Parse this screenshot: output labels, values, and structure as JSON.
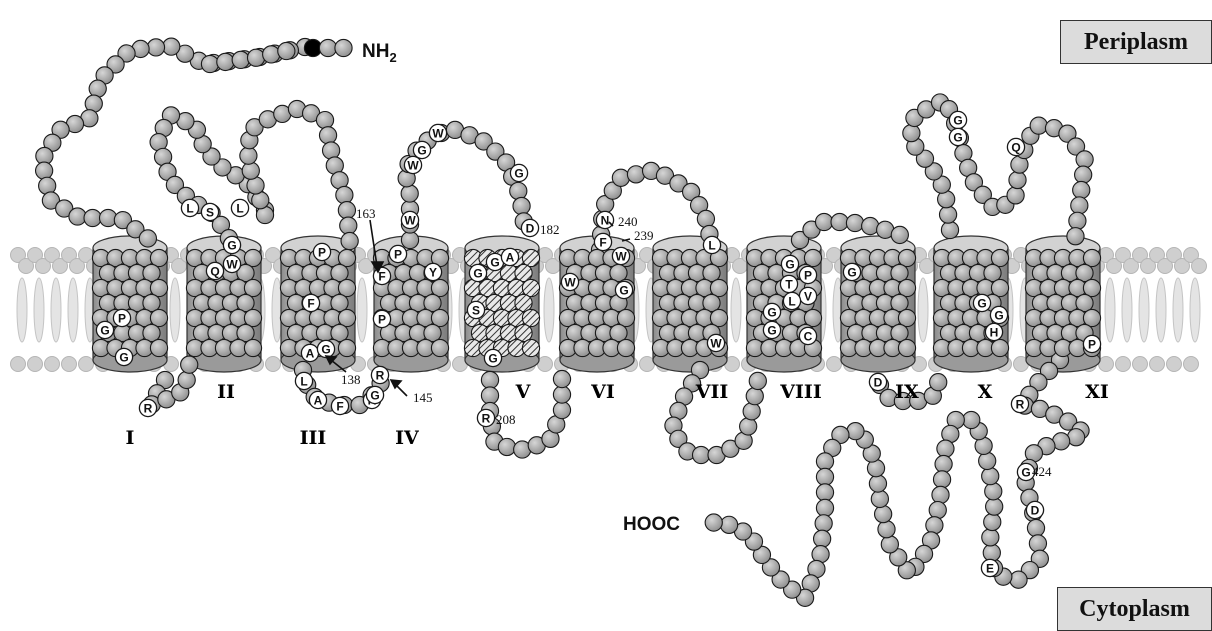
{
  "compartments": {
    "top": "Periplasm",
    "bottom": "Cytoplasm"
  },
  "termini": {
    "n": "NH",
    "n_sub": "2",
    "c": "HOOC"
  },
  "helices": [
    "I",
    "II",
    "III",
    "IV",
    "V",
    "VI",
    "VII",
    "VIII",
    "IX",
    "X",
    "XI"
  ],
  "residue_numbers": [
    "163",
    "138",
    "145",
    "182",
    "208",
    "240",
    "239",
    "424"
  ],
  "residue_letters": {
    "I": [
      "G",
      "P",
      "G",
      "R"
    ],
    "II": [
      "L",
      "S",
      "L",
      "G",
      "Q",
      "W"
    ],
    "III": [
      "P",
      "F",
      "A",
      "G",
      "L",
      "A",
      "F",
      "R"
    ],
    "IV": [
      "W",
      "P",
      "F",
      "P",
      "W",
      "Y",
      "R",
      "G"
    ],
    "V": [
      "G",
      "W",
      "G",
      "D",
      "G",
      "G",
      "A",
      "S",
      "G",
      "R"
    ],
    "VI": [
      "N",
      "F",
      "W",
      "W",
      "G"
    ],
    "VII": [
      "L",
      "W"
    ],
    "VIII": [
      "G",
      "P",
      "T",
      "V",
      "L",
      "G",
      "G",
      "C"
    ],
    "IX": [
      "G",
      "D"
    ],
    "X": [
      "G",
      "G",
      "Q",
      "G",
      "G",
      "H",
      "R"
    ],
    "XI": [
      "P",
      "G",
      "D",
      "E"
    ]
  },
  "colors": {
    "bead": "#a6a6a6",
    "bead_edge": "#1a1a1a",
    "lipid": "#cfcfcf",
    "label_bead": "#ffffff",
    "n_term_marker": "#000000"
  }
}
